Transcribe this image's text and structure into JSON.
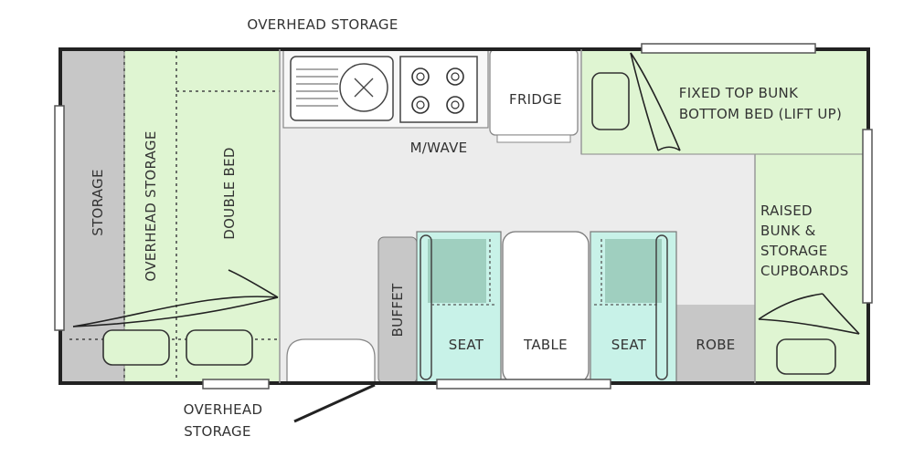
{
  "labels": {
    "overhead_storage_top": "OVERHEAD STORAGE",
    "overhead_storage_bottom_line1": "OVERHEAD",
    "overhead_storage_bottom_line2": "STORAGE",
    "storage": "STORAGE",
    "overhead_storage_vertical": "OVERHEAD STORAGE",
    "double_bed": "DOUBLE BED",
    "fridge": "FRIDGE",
    "microwave": "M/WAVE",
    "fixed_top_bunk_line1": "FIXED TOP BUNK",
    "fixed_top_bunk_line2": "BOTTOM BED (LIFT UP)",
    "raised_bunk_line1": "RAISED",
    "raised_bunk_line2": "BUNK &",
    "raised_bunk_line3": "STORAGE",
    "raised_bunk_line4": "CUPBOARDS",
    "buffet": "BUFFET",
    "seat_left": "SEAT",
    "table": "TABLE",
    "seat_right": "SEAT",
    "robe": "ROBE"
  },
  "colors": {
    "outline": "#222222",
    "bed_green": "#dff5d2",
    "seat_teal": "#c8f2e8",
    "cushion_teal": "#9fcfbf",
    "storage_gray": "#c7c7c7",
    "floor_gray": "#ececec",
    "text": "#333333"
  }
}
